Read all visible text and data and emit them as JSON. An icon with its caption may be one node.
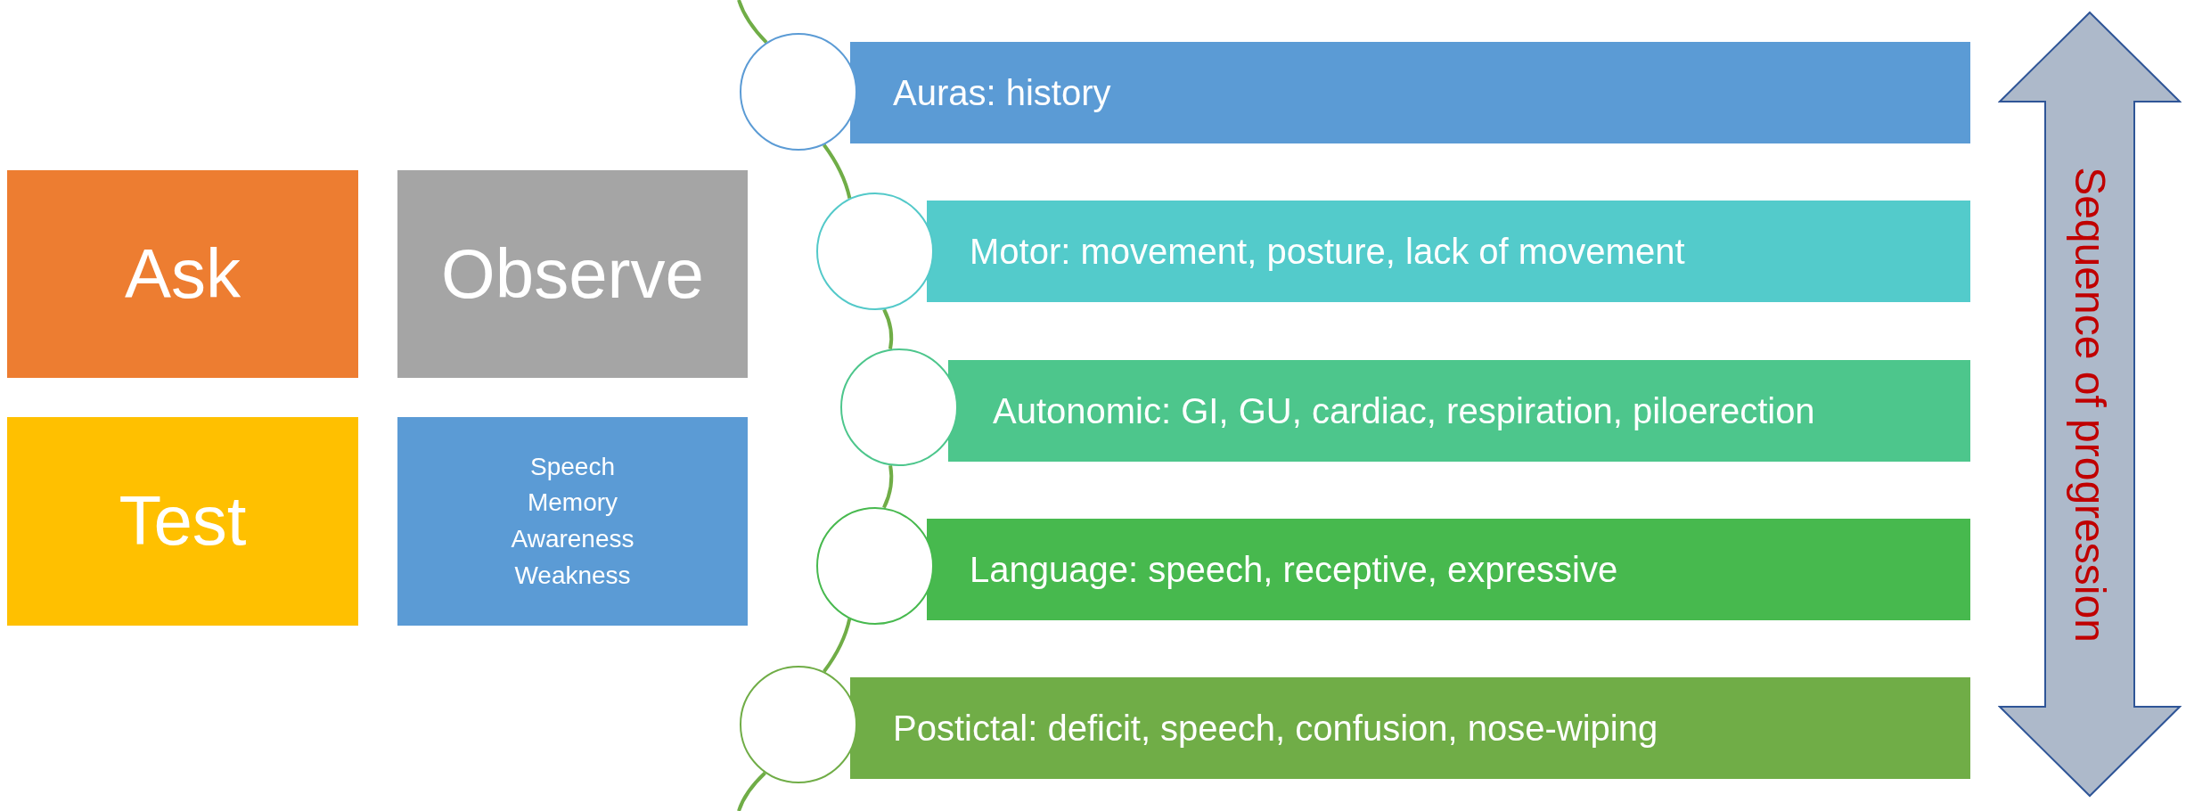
{
  "diagram": {
    "nodes": [
      {
        "text": [
          "Ask"
        ]
      },
      {
        "text": [
          "Observe"
        ]
      },
      {
        "text": [
          "Test"
        ]
      },
      {
        "text": [
          "Speech",
          "Memory",
          "Awareness",
          "Weakness"
        ]
      },
      {
        "text": [],
        "shape": "circle"
      },
      {
        "text": [
          "Auras: history"
        ]
      },
      {
        "text": [],
        "shape": "circle"
      },
      {
        "text": [
          "Motor: movement, posture, lack of movement"
        ]
      },
      {
        "text": [],
        "shape": "circle"
      },
      {
        "text": [
          "Autonomic: GI, GU, cardiac, respiration, piloerection"
        ]
      },
      {
        "text": [],
        "shape": "circle"
      },
      {
        "text": [
          "Language: speech, receptive, expressive"
        ]
      },
      {
        "text": [],
        "shape": "circle"
      },
      {
        "text": [
          "Postictal: deficit, speech, confusion, nose-wiping"
        ]
      },
      {
        "text": [
          "Sequence of progression"
        ]
      }
    ],
    "edges": [
      {
        "from": null,
        "to": 4,
        "arrow": "none"
      },
      {
        "from": 4,
        "to": 6,
        "arrow": "none"
      },
      {
        "from": 6,
        "to": 8,
        "arrow": "none"
      },
      {
        "from": 8,
        "to": 10,
        "arrow": "none"
      },
      {
        "from": 10,
        "to": 12,
        "arrow": "none"
      },
      {
        "from": 12,
        "to": null,
        "arrow": "none"
      }
    ]
  }
}
